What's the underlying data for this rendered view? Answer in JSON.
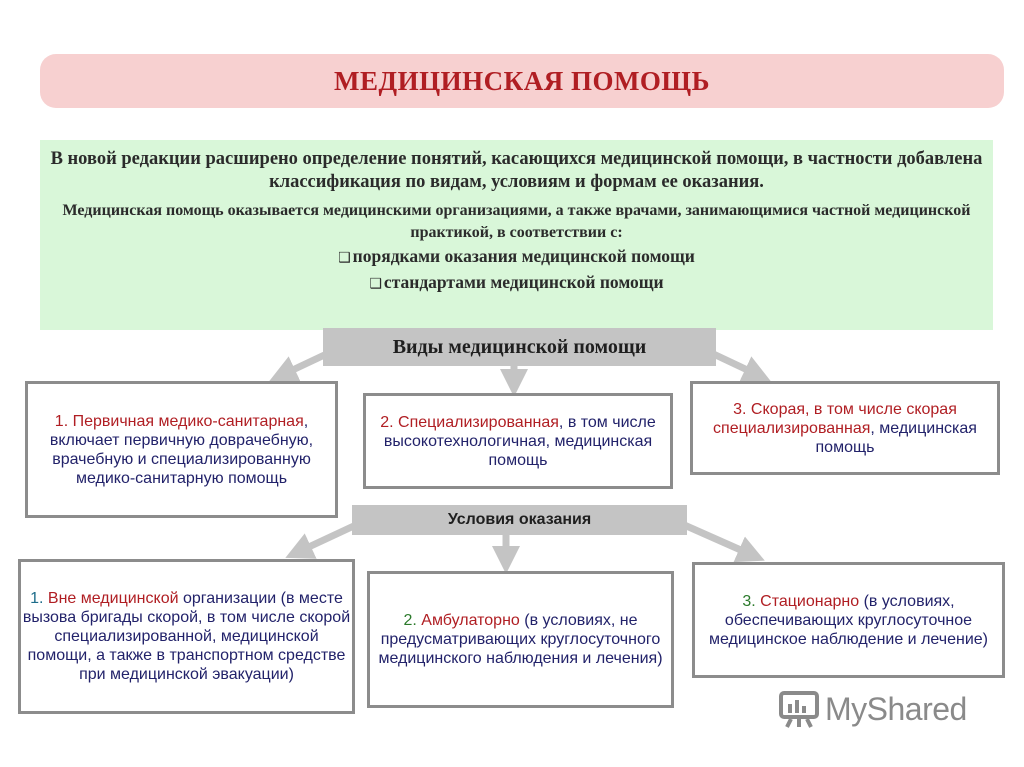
{
  "title": "МЕДИЦИНСКАЯ ПОМОЩЬ",
  "intro": {
    "p1": "В новой редакции расширено определение понятий, касающихся медицинской помощи, в частности добавлена классификация по видам, условиям и формам ее оказания.",
    "p2": "Медицинская помощь оказывается медицинскими организациями, а также врачами, занимающимися частной медицинской практикой, в соответствии с:",
    "bullets": [
      "порядками оказания медицинской помощи",
      "стандартами медицинской помощи"
    ]
  },
  "types": {
    "header": "Виды медицинской помощи",
    "items": [
      {
        "lead": "1. Первичная медико-санитарная",
        "rest": ", включает первичную доврачебную, врачебную и специализированную медико-санитарную помощь"
      },
      {
        "lead": "2. Специализированная",
        "rest": ", в том числе высокотехнологичная, медицинская помощь"
      },
      {
        "lead": "3. Скорая",
        "mid": ", в том числе скорая ",
        "lead2": "специализированная",
        "rest": ", медицинская помощь"
      }
    ]
  },
  "conditions": {
    "header": "Условия оказания",
    "items": [
      {
        "num": "1. ",
        "lead": "Вне медицинской",
        "rest": " организации (в месте вызова бригады скорой, в том числе скорой специализированной, медицинской помощи, а также в транспортном средстве при медицинской эвакуации)"
      },
      {
        "num": "2. ",
        "lead": "Амбулаторно",
        "rest": " (в условиях, не предусматривающих круглосуточного медицинского наблюдения и лечения)"
      },
      {
        "num": "3. ",
        "lead": "Стационарно",
        "rest": " (в условиях, обеспечивающих круглосуточное медицинское наблюдение и лечение)"
      }
    ]
  },
  "watermark": "MyShared"
}
